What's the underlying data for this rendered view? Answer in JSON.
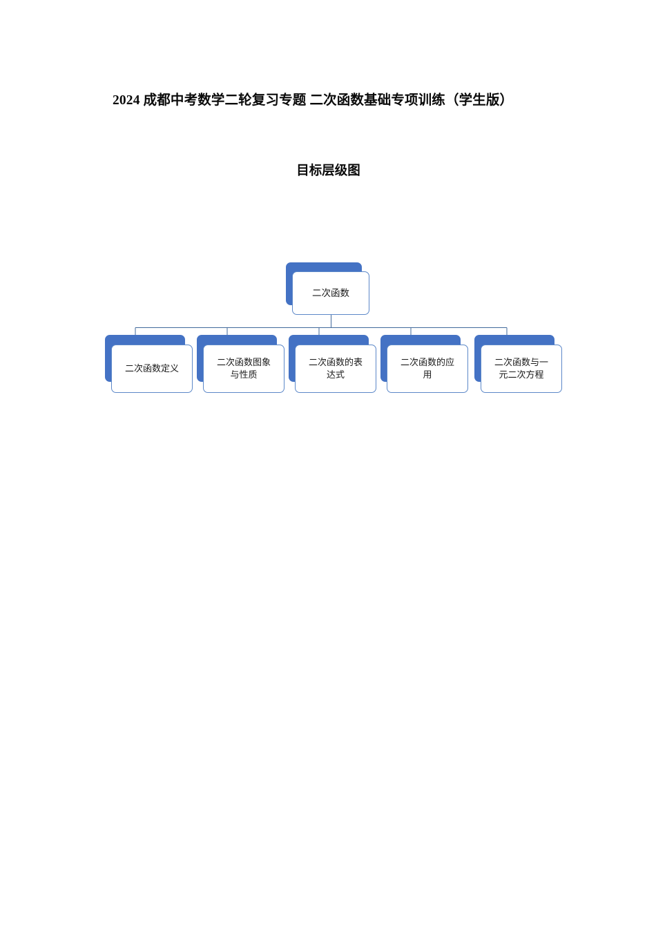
{
  "document": {
    "title": "2024 成都中考数学二轮复习专题 二次函数基础专项训练（学生版）",
    "subtitle": "目标层级图"
  },
  "colors": {
    "shadow_blue": "#4472C4",
    "border_blue": "#5B87C8",
    "connector_blue": "#41699B",
    "page_background": "#FFFFFF",
    "text": "#1A1A1A"
  },
  "chart_data": {
    "type": "diagram",
    "title": "目标层级图",
    "layout": "hierarchy-tree",
    "root": {
      "label": "二次函数"
    },
    "children": [
      {
        "label": "二次函数定义"
      },
      {
        "label": "二次函数图象\n与性质"
      },
      {
        "label": "二次函数的表\n达式"
      },
      {
        "label": "二次函数的应\n用"
      },
      {
        "label": "二次函数与一\n元二次方程"
      }
    ]
  }
}
